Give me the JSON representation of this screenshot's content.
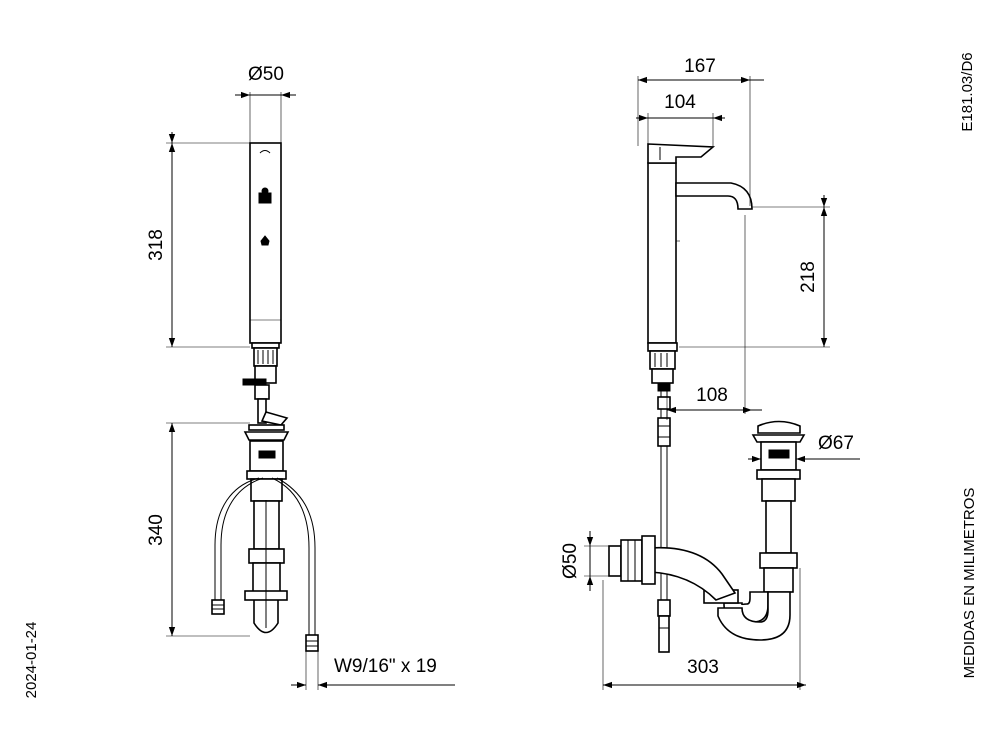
{
  "drawing": {
    "code": "E181.03/D6",
    "date": "2024-01-24",
    "units_note": "MEDIDAS EN MILIMETROS"
  },
  "front_view": {
    "body_diameter": "Ø50",
    "body_height": "318",
    "underside_height": "340",
    "hose_connection": "W9/16\" x 19"
  },
  "side_view": {
    "overall_reach": "167",
    "lever_reach": "104",
    "spout_height": "218",
    "spout_projection": "108",
    "drain_diameter": "Ø67",
    "trap_outlet_diameter": "Ø50",
    "trap_depth": "303"
  }
}
